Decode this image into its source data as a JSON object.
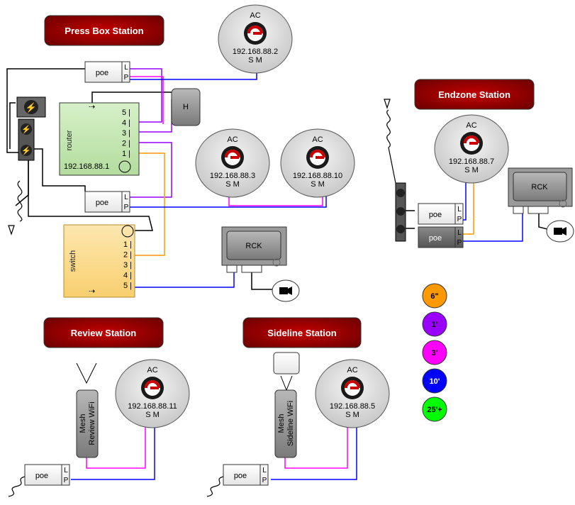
{
  "stations": {
    "press_box": "Press Box Station",
    "endzone": "Endzone Station",
    "review": "Review Station",
    "sideline": "Sideline Station"
  },
  "ac_units": [
    {
      "label": "AC",
      "ip": "192.168.88.2",
      "ports": "S M"
    },
    {
      "label": "AC",
      "ip": "192.168.88.3",
      "ports": "S M"
    },
    {
      "label": "AC",
      "ip": "192.168.88.10",
      "ports": "S M"
    },
    {
      "label": "AC",
      "ip": "192.168.88.7",
      "ports": "S M"
    },
    {
      "label": "AC",
      "ip": "192.168.88.11",
      "ports": "S M"
    },
    {
      "label": "AC",
      "ip": "192.168.88.5",
      "ports": "S M"
    }
  ],
  "poe": {
    "label": "poe",
    "l": "L",
    "p": "P"
  },
  "router": {
    "label": "router",
    "ip": "192.168.88.1",
    "ports": [
      "5 |",
      "4 |",
      "3 |",
      "2 |",
      "1 |"
    ]
  },
  "switch": {
    "label": "switch",
    "ports": [
      "1 |",
      "2 |",
      "3 |",
      "4 |",
      "5 |"
    ]
  },
  "hub": {
    "label": "H"
  },
  "rck": {
    "label": "RCK"
  },
  "mesh": {
    "review": {
      "line1": "Mesh",
      "line2": "Review  WiFi"
    },
    "sideline": {
      "line1": "Mesh",
      "line2": "Sideline  WiFi"
    }
  },
  "legend": [
    {
      "label": "6\"",
      "color": "#ff9900"
    },
    {
      "label": "1'",
      "color": "#9900ff"
    },
    {
      "label": "3'",
      "color": "#ff00ff"
    },
    {
      "label": "10'",
      "color": "#0000ff"
    },
    {
      "label": "25'+",
      "color": "#00ff00"
    }
  ],
  "colors": {
    "station_bg": "#8b0000",
    "router_bg": "#c5e8b4",
    "switch_bg": "#fbd98a",
    "orange": "#ff9900",
    "purple": "#9900ff",
    "magenta": "#ff00ff",
    "blue": "#0000ff"
  }
}
